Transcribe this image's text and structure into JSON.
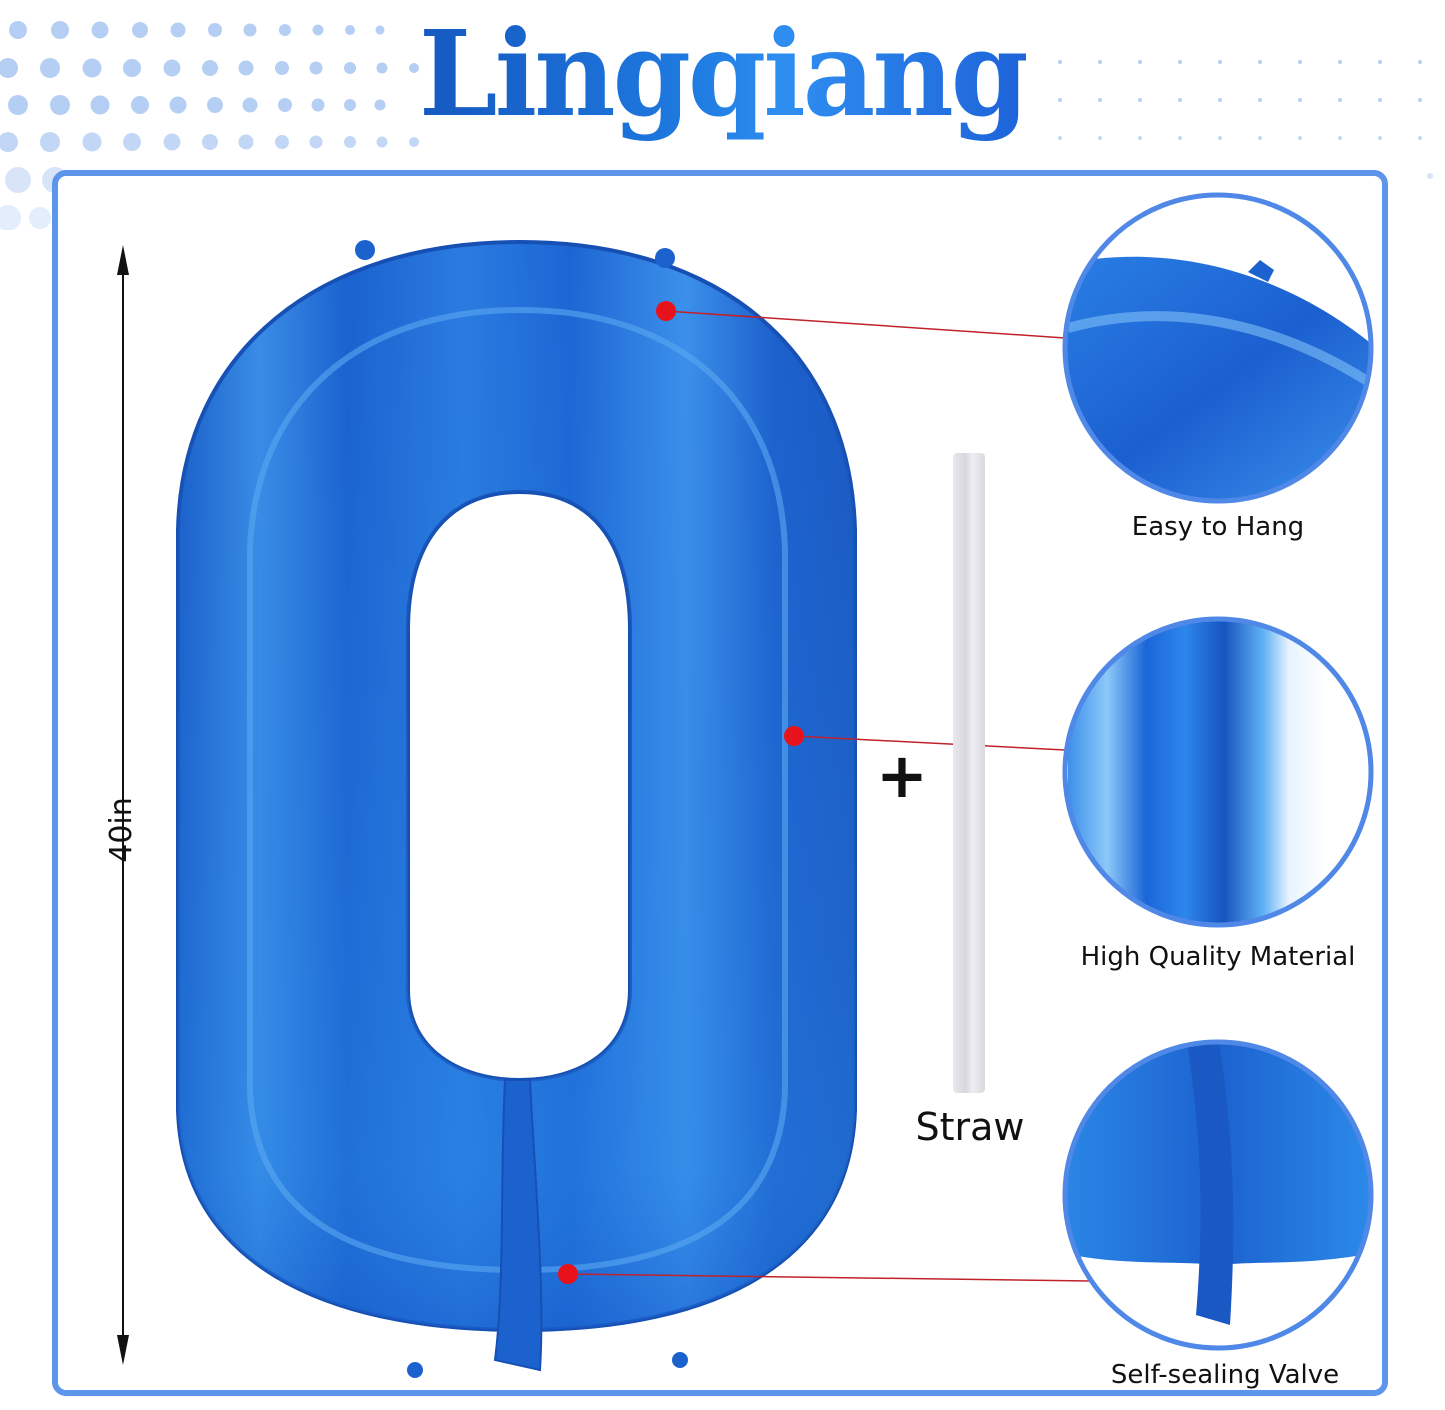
{
  "brand": {
    "title": "Lingqiang",
    "gradient_start": "#1558c0",
    "gradient_end": "#2f8ef0"
  },
  "frame": {
    "border_color": "#5c95e9"
  },
  "product": {
    "digit": "0",
    "color": "#1f6fd6",
    "dimension_label": "40in"
  },
  "accessory": {
    "plus_symbol": "+",
    "straw_label": "Straw"
  },
  "features": [
    {
      "label": "Easy to Hang"
    },
    {
      "label": "High Quality Material"
    },
    {
      "label": "Self-sealing Valve"
    }
  ],
  "callout_marker_color": "#e8121a"
}
